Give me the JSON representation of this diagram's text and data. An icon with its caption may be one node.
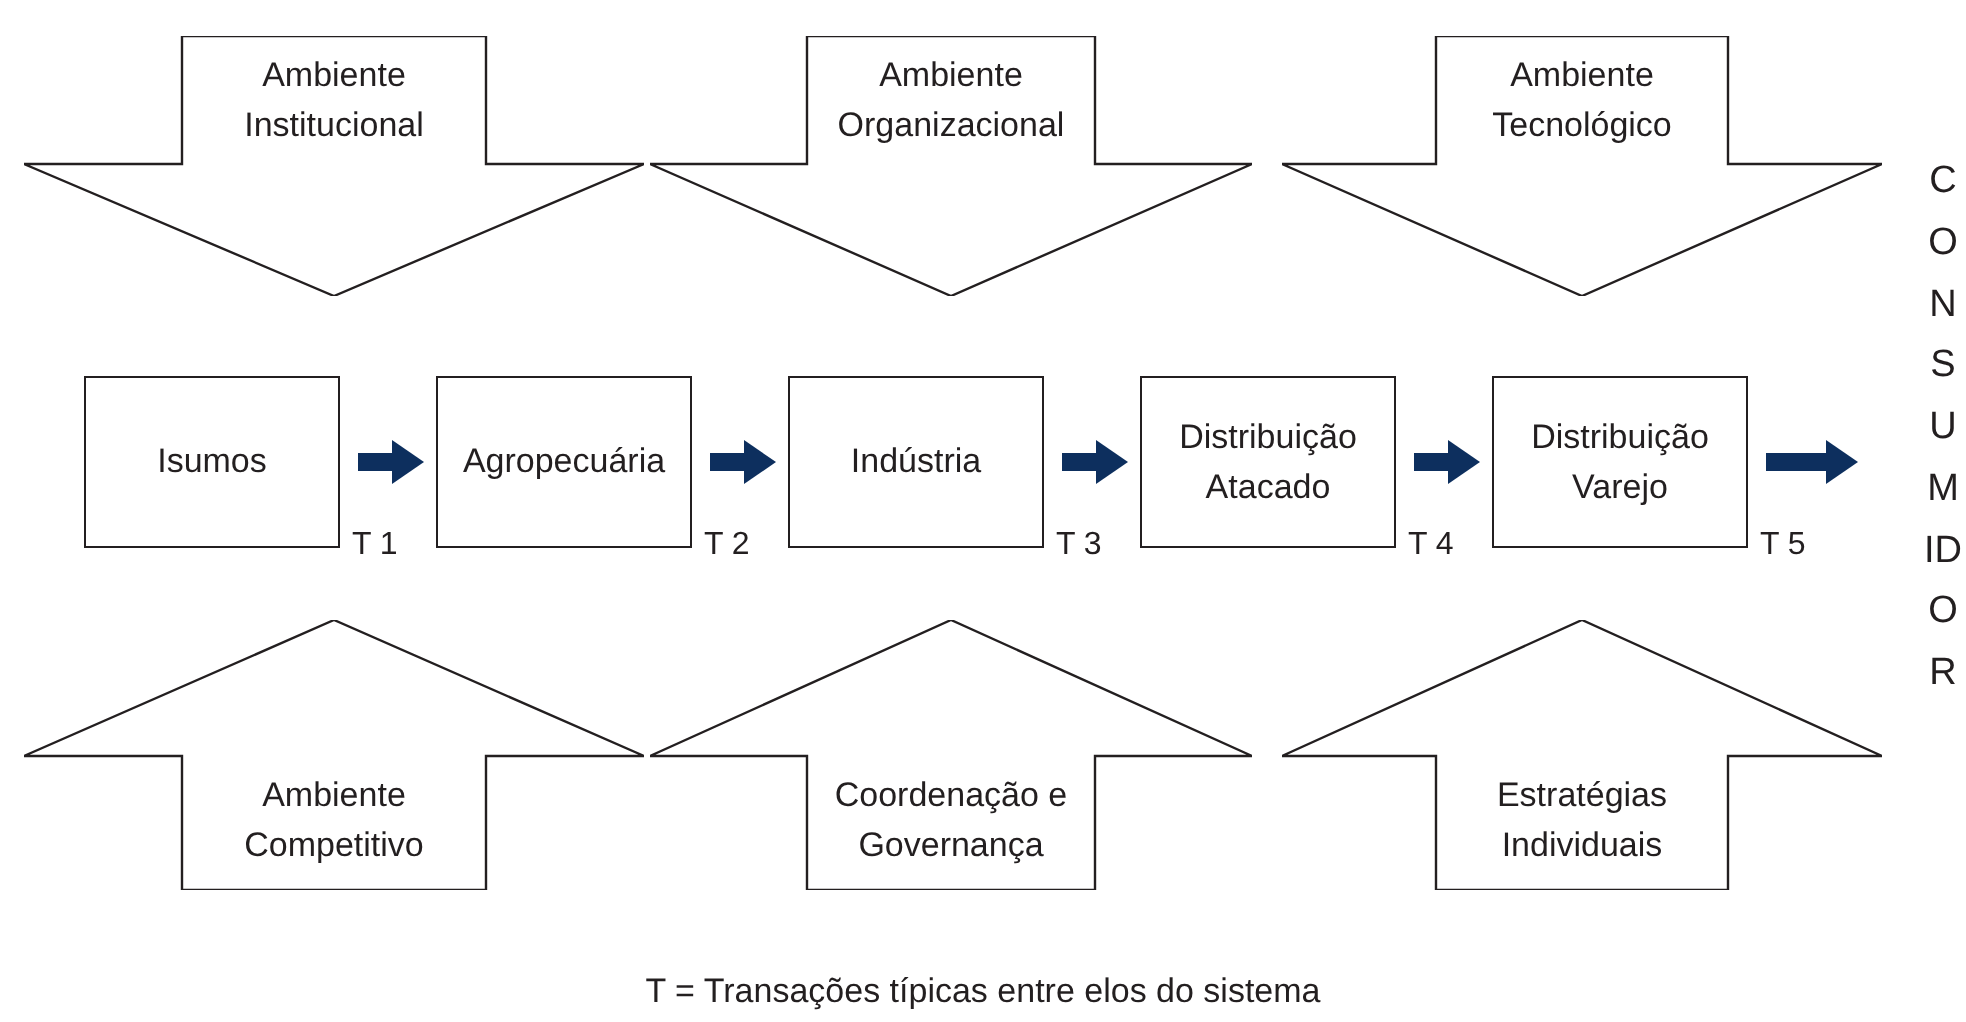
{
  "diagram": {
    "caption": "T = Transações típicas entre elos do sistema",
    "nodes": [
      {
        "text": [
          "Ambiente Institucional"
        ]
      },
      {
        "text": [
          "Ambiente Organizacional"
        ]
      },
      {
        "text": [
          "Ambiente Tecnológico"
        ]
      },
      {
        "text": [
          "Isumos"
        ]
      },
      {
        "text": [
          "Agropecuária"
        ]
      },
      {
        "text": [
          "Indústria"
        ]
      },
      {
        "text": [
          "Distribuição Atacado"
        ]
      },
      {
        "text": [
          "Distribuição Varejo"
        ]
      },
      {
        "text": [
          "CONSUMIDOR"
        ]
      },
      {
        "text": [
          "Ambiente Competitivo"
        ]
      },
      {
        "text": [
          "Coordenação e Governança"
        ]
      },
      {
        "text": [
          "Estratégias Individuais"
        ]
      }
    ],
    "edges": [
      {
        "from": 3,
        "to": 4,
        "arrow": "to",
        "label": "T 1"
      },
      {
        "from": 4,
        "to": 5,
        "arrow": "to",
        "label": "T 2"
      },
      {
        "from": 5,
        "to": 6,
        "arrow": "to",
        "label": "T 3"
      },
      {
        "from": 6,
        "to": 7,
        "arrow": "to",
        "label": "T 4"
      },
      {
        "from": 7,
        "to": 8,
        "arrow": "to",
        "label": "T 5"
      }
    ]
  }
}
